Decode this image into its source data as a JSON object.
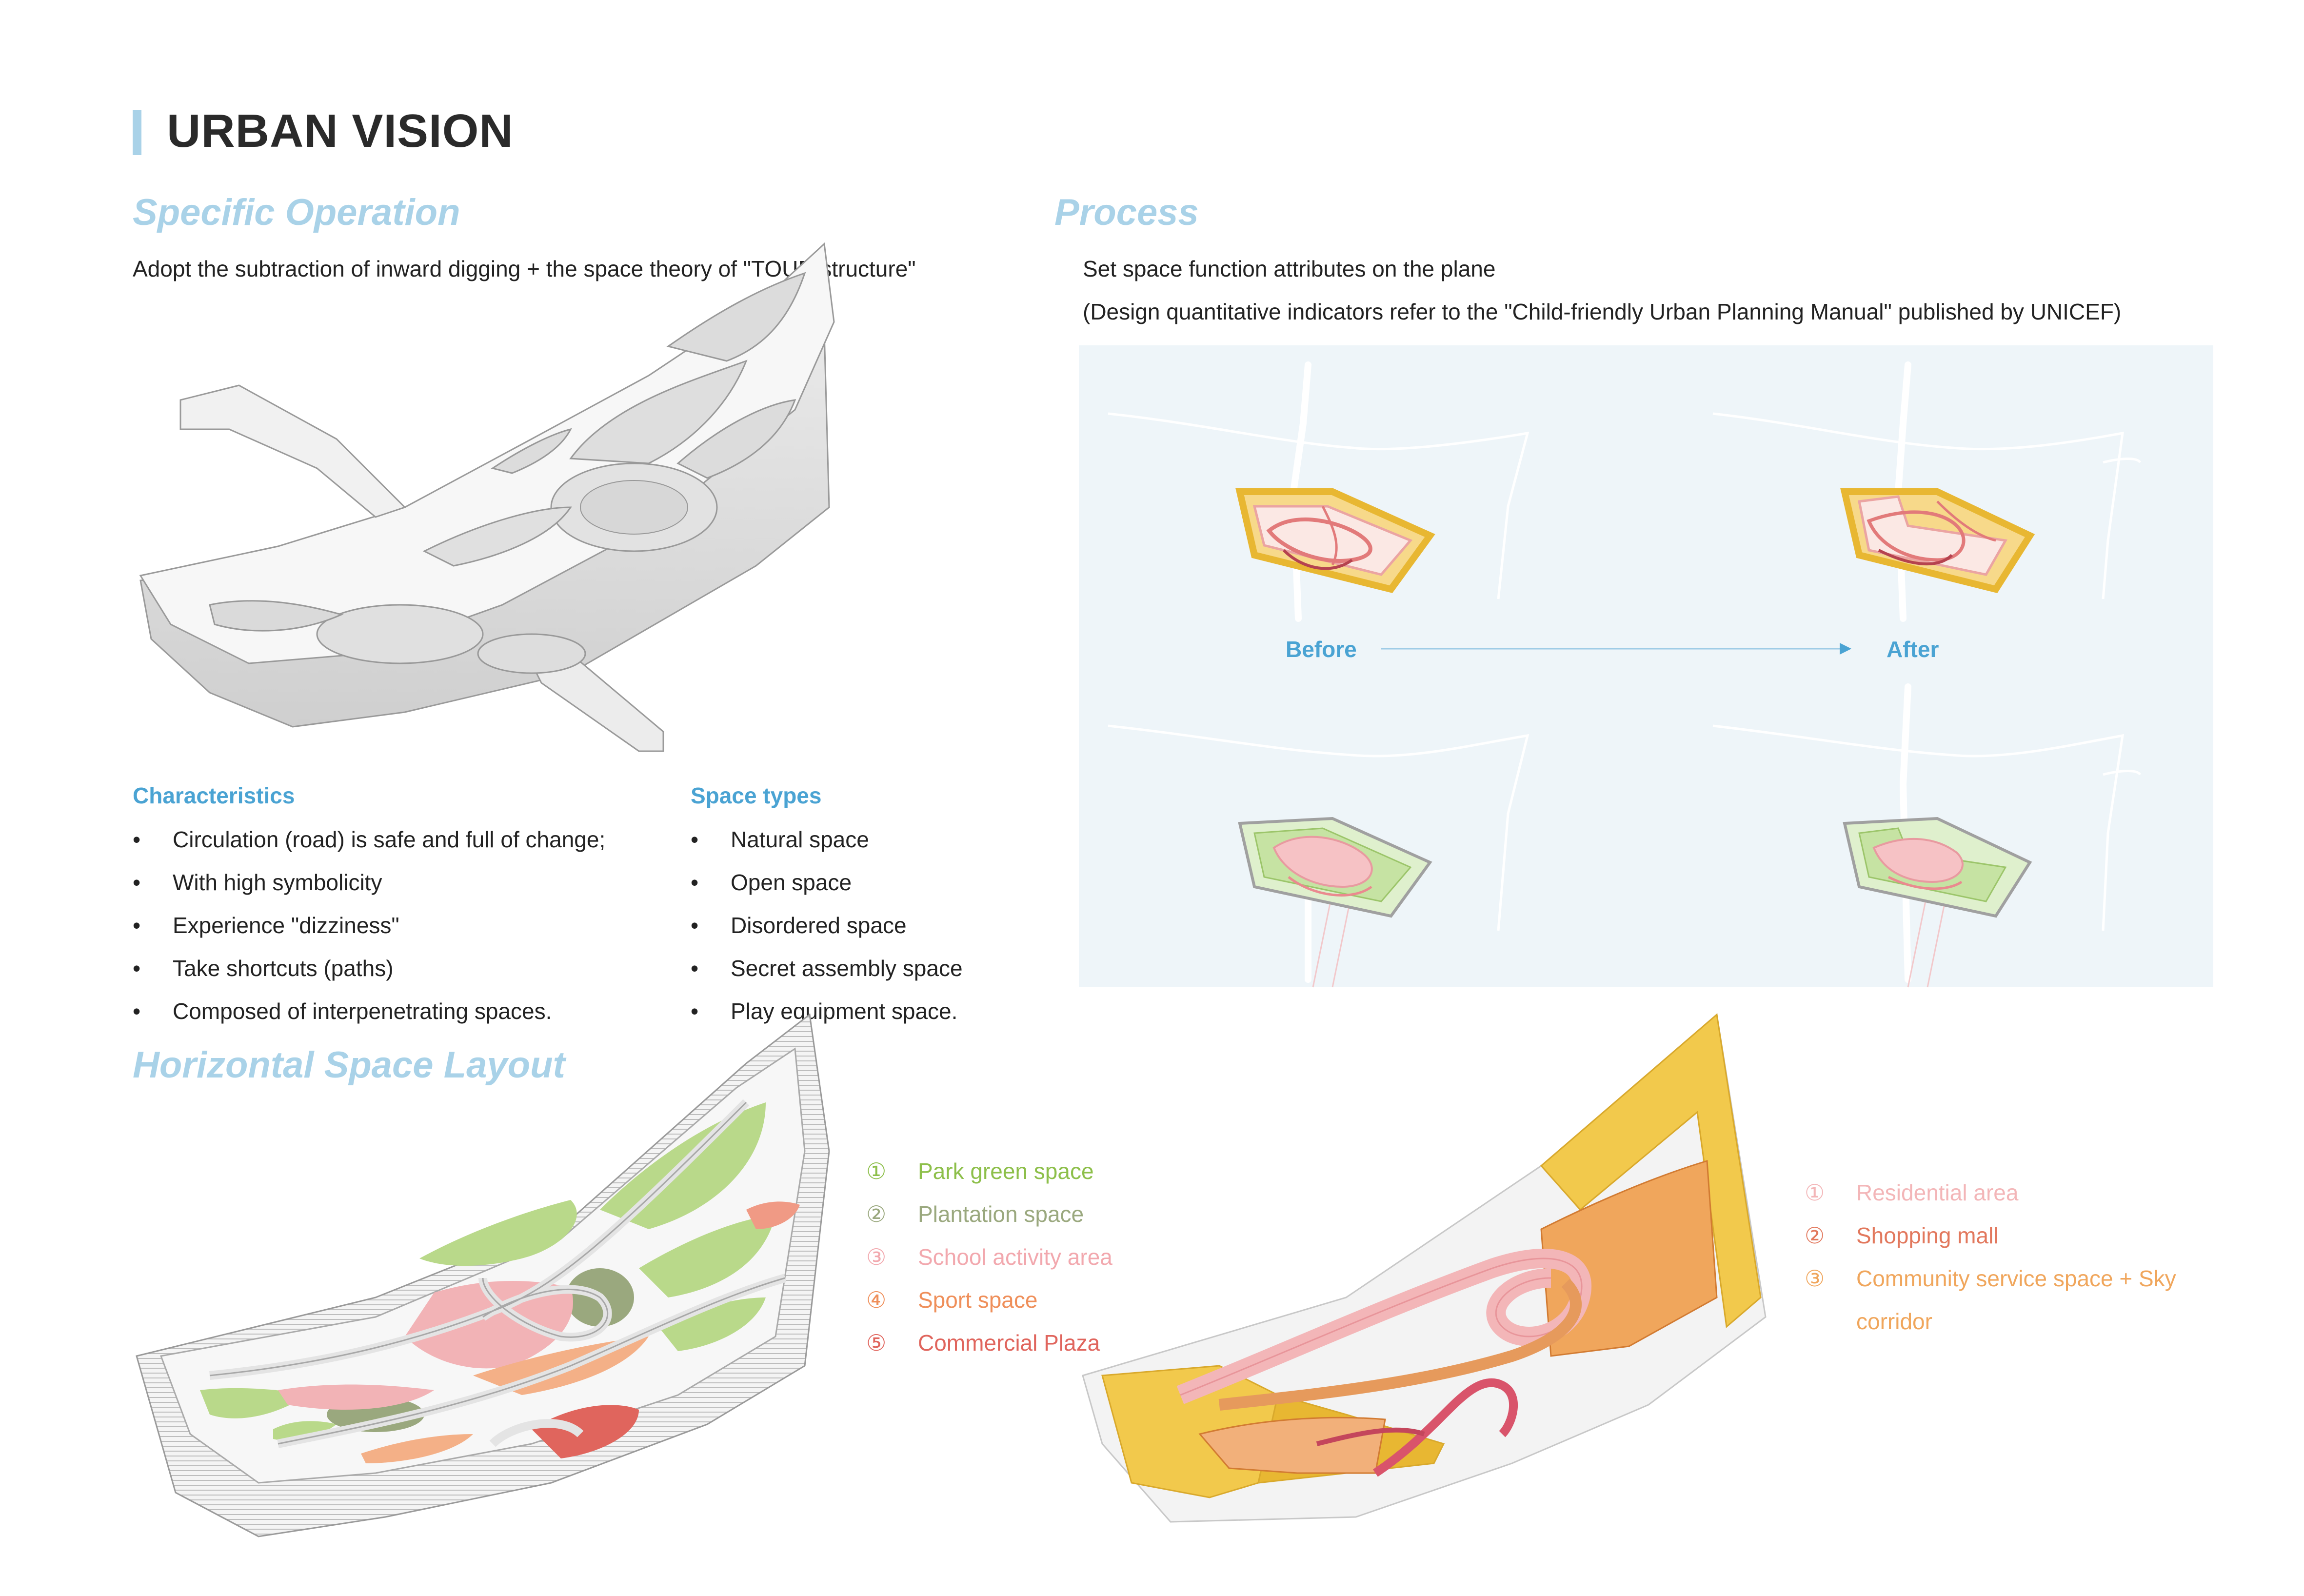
{
  "title": "URBAN VISION",
  "specific_operation": {
    "heading": "Specific Operation",
    "description": "Adopt the subtraction of inward digging + the space theory of \"TOUR structure\""
  },
  "characteristics": {
    "heading": "Characteristics",
    "items": [
      "Circulation (road) is safe and full of change;",
      "With high symbolicity",
      "Experience \"dizziness\"",
      "Take shortcuts (paths)",
      "Composed of interpenetrating spaces."
    ]
  },
  "space_types": {
    "heading": "Space types",
    "items": [
      "Natural space",
      "Open space",
      " Disordered space",
      "Secret assembly space",
      "Play equipment space."
    ]
  },
  "process": {
    "heading": "Process",
    "line1": "Set space function attributes on the plane",
    "line2": "(Design quantitative indicators refer to the \"Child-friendly Urban Planning Manual\" published by UNICEF)",
    "before_label": "Before",
    "after_label": "After"
  },
  "horizontal_layout": {
    "heading": "Horizontal Space Layout",
    "legend": [
      {
        "num": "①",
        "label": "Park green space",
        "color": "#8dbf4a"
      },
      {
        "num": "②",
        "label": "Plantation space",
        "color": "#9aa87e"
      },
      {
        "num": "③",
        "label": "School activity area",
        "color": "#f2a8ae"
      },
      {
        "num": "④",
        "label": "Sport space",
        "color": "#ef8f5a"
      },
      {
        "num": "⑤",
        "label": "Commercial Plaza",
        "color": "#e0655d"
      }
    ]
  },
  "vertical_legend": [
    {
      "num": "①",
      "label": "Residential area",
      "color": "#f3b6b8"
    },
    {
      "num": "②",
      "label": "Shopping mall",
      "color": "#e2785d"
    },
    {
      "num": "③",
      "label": "Community service space + Sky",
      "color": "#f0a65c"
    },
    {
      "num": "",
      "label": "corridor",
      "color": "#f0a65c"
    }
  ],
  "colors": {
    "accent_light": "#a9d2e8",
    "accent": "#4aa3d3",
    "yellow": "#f2c94c",
    "orange": "#f0a65c",
    "pink": "#f3b6b8",
    "red": "#d9546b",
    "green": "#b9d98a"
  }
}
